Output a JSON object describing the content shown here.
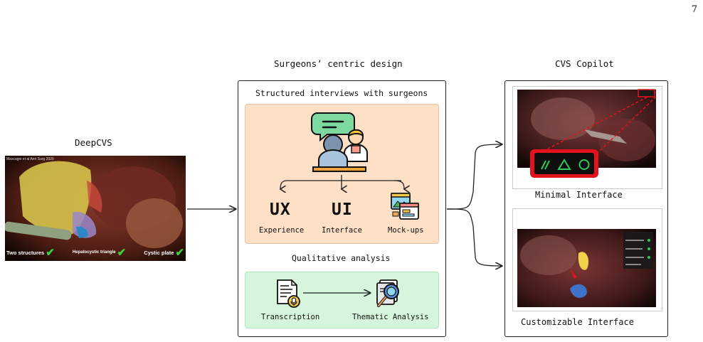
{
  "page_number": "7",
  "deepcvs": {
    "title": "DeepCVS",
    "image_caption": "Mascagni et al Ann Surg 2020",
    "overlay": [
      "Two structures",
      "Hepatocystic triangle",
      "Cystic plate"
    ]
  },
  "design": {
    "title": "Surgeons’ centric design",
    "interviews_title": "Structured interviews with surgeons",
    "outputs": [
      {
        "big": "UX",
        "label": "Experience"
      },
      {
        "big": "UI",
        "label": "Interface"
      },
      {
        "big": "",
        "label": "Mock-ups"
      }
    ],
    "qualitative_title": "Qualitative analysis",
    "steps": [
      "Transcription",
      "Thematic Analysis"
    ]
  },
  "copilot": {
    "title": "CVS Copilot",
    "minimal_label": "Minimal Interface",
    "customizable_label": "Customizable Interface"
  },
  "colors": {
    "peach": "#fde0c6",
    "mint": "#d5f6dc",
    "highlight_red": "#e3121b",
    "icon_green": "#34c759"
  }
}
